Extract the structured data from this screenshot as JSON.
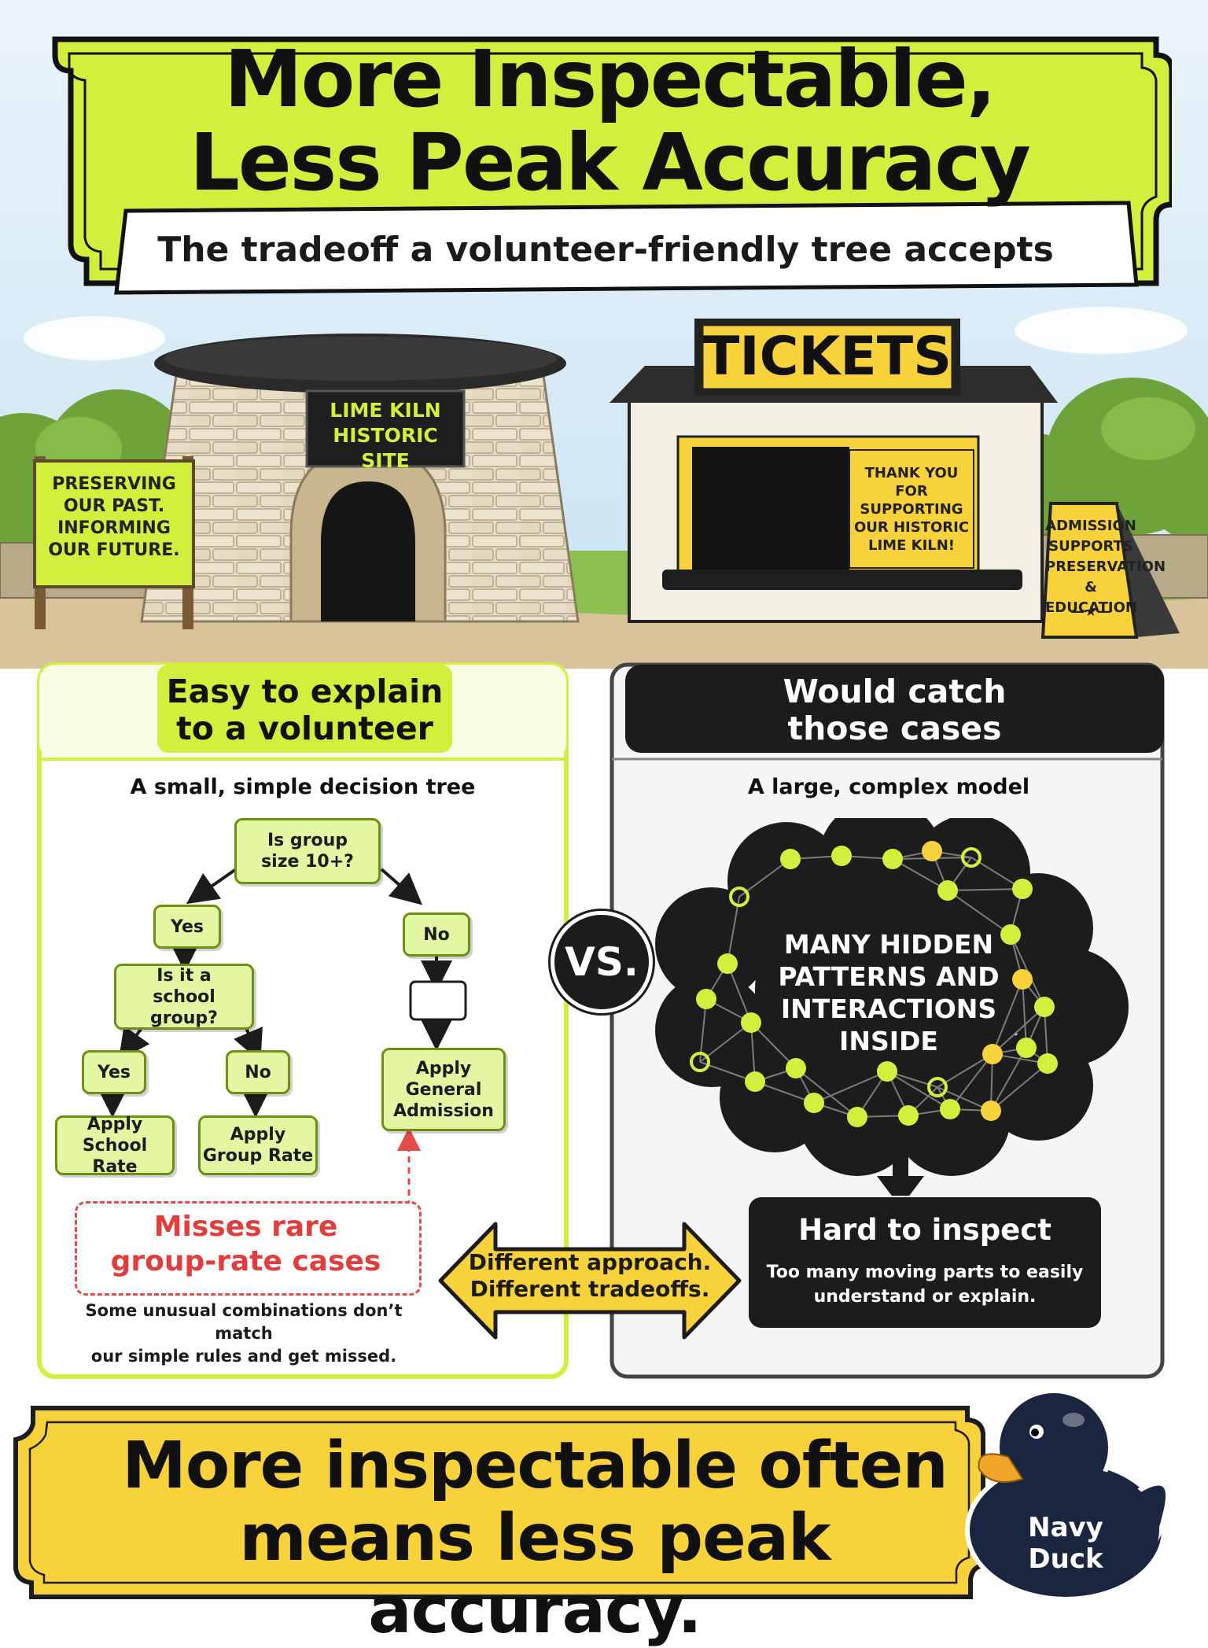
{
  "header": {
    "title_line1": "More Inspectable,",
    "title_line2": "Less Peak Accuracy",
    "subtitle": "The tradeoff a volunteer-friendly tree accepts"
  },
  "scene": {
    "kiln_sign": "LIME KILN\nHISTORIC SITE",
    "left_sign": "PRESERVING\nOUR PAST.\nINFORMING\nOUR FUTURE.",
    "tickets_sign": "TICKETS",
    "window_sign": "THANK YOU\nFOR SUPPORTING\nOUR HISTORIC\nLIME KILN!",
    "a_frame_sign": "ADMISSION\nSUPPORTS\nPRESERVATION\n& EDUCATION",
    "a_frame_star": "—★—"
  },
  "left_panel": {
    "heading": "Easy to explain\nto a volunteer",
    "caption": "A small, simple decision tree",
    "tree": {
      "root": "Is group\nsize 10+?",
      "yes": "Yes",
      "no": "No",
      "school_q": "Is it a\nschool group?",
      "school_yes": "Yes",
      "school_no": "No",
      "leaf_school": "Apply\nSchool Rate",
      "leaf_group": "Apply\nGroup Rate",
      "leaf_general": "Apply\nGeneral\nAdmission"
    },
    "misses_title": "Misses rare\ngroup-rate cases",
    "misses_note": "Some unusual combinations don’t match\nour simple rules and get missed."
  },
  "vs": "VS.",
  "right_panel": {
    "heading": "Would catch\nthose cases",
    "caption": "A large, complex model",
    "cloud_text": "MANY HIDDEN\nPATTERNS AND\nINTERACTIONS\nINSIDE",
    "inspect_title": "Hard to inspect",
    "inspect_note": "Too many moving parts to easily\nunderstand or explain."
  },
  "middle_arrow": "Different approach.\nDifferent tradeoffs.",
  "bottom": {
    "takeaway": "More inspectable often\nmeans less peak accuracy.",
    "duck_label": "Navy Duck"
  },
  "colors": {
    "lime": "#d4ee3d",
    "light_lime": "#e3f6a2",
    "dark": "#1c1c1c",
    "yellow": "#f8d23a",
    "red": "#e23d3d",
    "sky": "#dcebf6",
    "navy": "#1a2540"
  }
}
